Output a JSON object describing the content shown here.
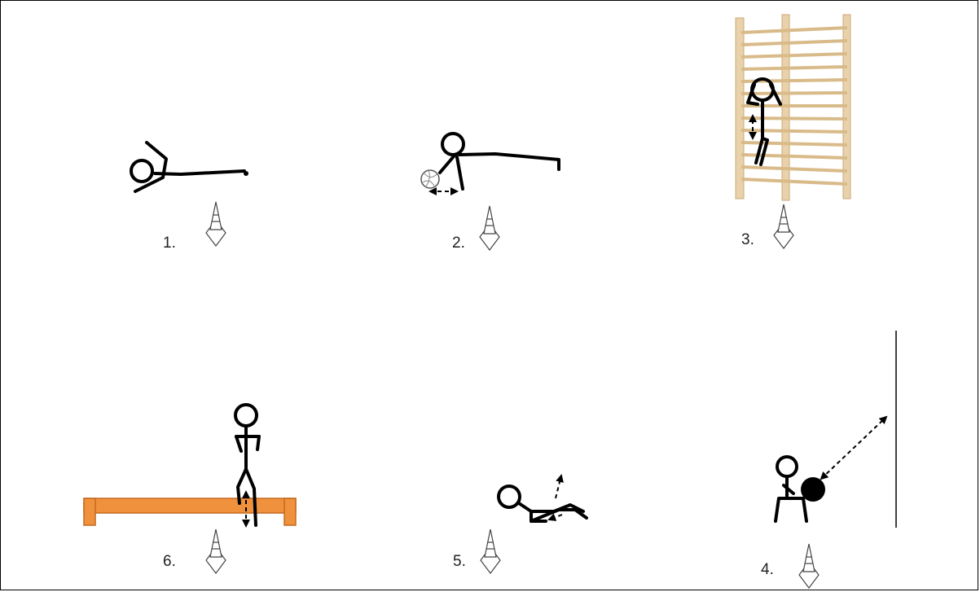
{
  "stations": [
    {
      "number": "1.",
      "exercise": "plank"
    },
    {
      "number": "2.",
      "exercise": "plank-ball-roll"
    },
    {
      "number": "3.",
      "exercise": "wall-bars-climb"
    },
    {
      "number": "4.",
      "exercise": "squat-ball-throw"
    },
    {
      "number": "5.",
      "exercise": "sit-up"
    },
    {
      "number": "6.",
      "exercise": "bench-step-up"
    }
  ],
  "icons": [
    "traffic-cone-icon",
    "volleyball-icon",
    "wall-bars-icon",
    "bench-icon",
    "medicine-ball-icon",
    "wall-line-icon"
  ],
  "colors": {
    "bench": "#f0913e",
    "bench_edge": "#c46a1e",
    "wall_bars": "#e9d2ab",
    "ball": "#000000"
  }
}
